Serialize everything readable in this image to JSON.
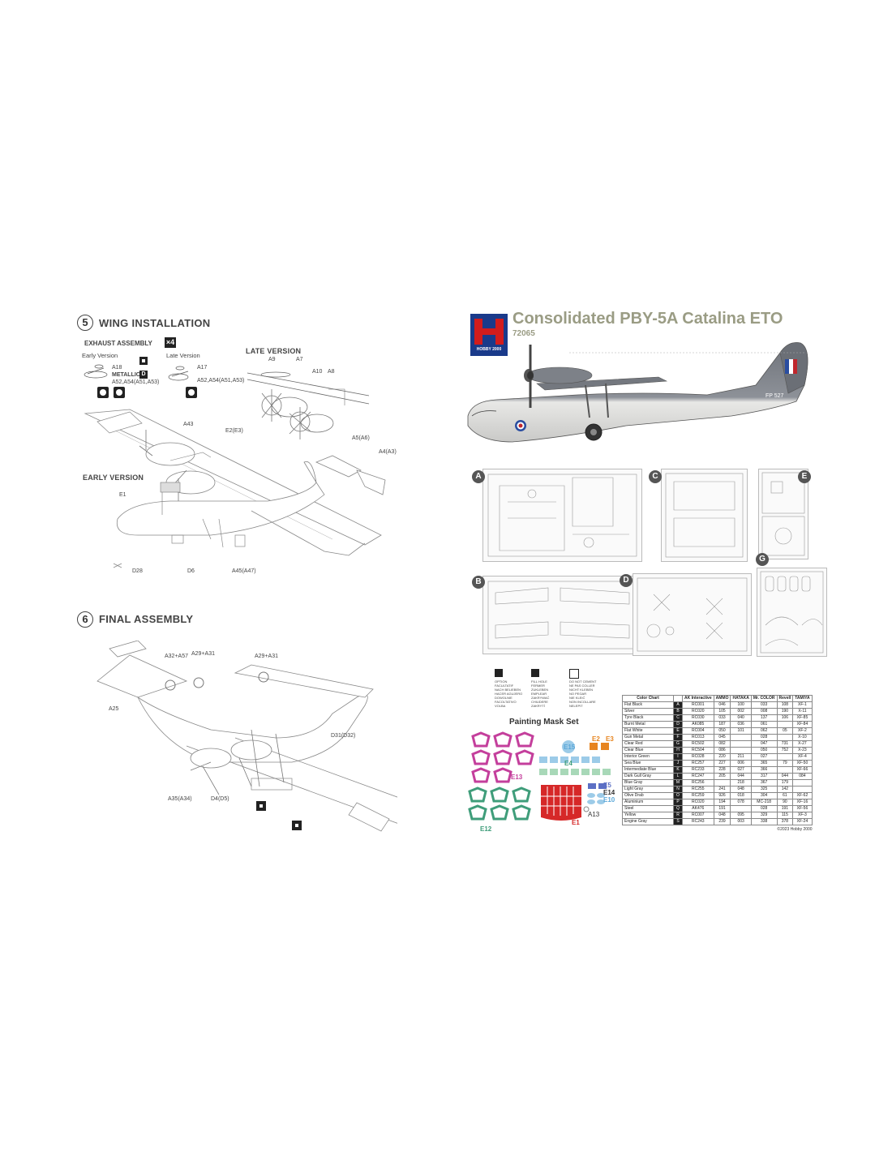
{
  "left": {
    "step5": {
      "number": "5",
      "title": "WING INSTALLATION",
      "exhaust_label": "EXHAUST ASSEMBLY",
      "exhaust_qty": "×4",
      "early_version_small": "Early Version",
      "late_version_small": "Late Version",
      "metallic_label": "METALLIC",
      "metallic_letter": "D",
      "late_version": "LATE VERSION",
      "early_version": "EARLY VERSION",
      "parts": {
        "a18": "A18",
        "a17": "A17",
        "a52_early": "A52,A54(A51,A53)",
        "a52_late": "A52,A54(A51,A53)",
        "a9": "A9",
        "a7": "A7",
        "a10": "A10",
        "a8": "A8",
        "a43": "A43",
        "e2e3": "E2(E3)",
        "a5a6": "A5(A6)",
        "a4a3": "A4(A3)",
        "e1": "E1",
        "d28": "D28",
        "d6": "D6",
        "a45a47": "A45(A47)"
      }
    },
    "step6": {
      "number": "6",
      "title": "FINAL ASSEMBLY",
      "parts": {
        "a32a57": "A32+A57",
        "a29a31_l": "A29+A31",
        "a29a31_r": "A29+A31",
        "a25": "A25",
        "d31d32": "D31(D32)",
        "a35a34": "A35(A34)",
        "d4d5": "D4(D5)"
      }
    }
  },
  "right": {
    "title": "Consolidated PBY-5A Catalina ETO",
    "code": "72065",
    "logo_text": "HOBBY 2000",
    "aircraft_code": "FP 527",
    "sprues": [
      "A",
      "B",
      "C",
      "D",
      "E",
      "G"
    ],
    "caution": {
      "c1": "OPTION\nFACULTATIF\nNACH BELIEBEN\nHACER AGUJERO\nDOWOLNIE\nFACOLTATIVO\nVOLBA",
      "c2": "FILL HOLE\nFERMER\nZUKLEBEN\nEMPLEAR\nZAKRYWAĆ\nCHIUDERE\nZAKRYTÍ",
      "c3": "DO NOT CEMENT\nNE PAS COLLER\nNICHT KLEBEN\nNO PEGAR\nNIE KLEIĆ\nNON INCOLLARE\nNELEPIT"
    },
    "mask": {
      "title": "Painting Mask Set",
      "labels": [
        "E2",
        "E3",
        "E15",
        "E4",
        "E13",
        "E5",
        "E14",
        "E10",
        "A13",
        "E12",
        "E1"
      ]
    },
    "color_chart": {
      "headers": [
        "Color Chart",
        "",
        "AK Interactive",
        "AMMO",
        "HATAKA",
        "Mr. COLOR",
        "Revell",
        "TAMIYA"
      ],
      "rows": [
        [
          "Flat Black",
          "A",
          "RC001",
          "046",
          "100",
          "033",
          "108",
          "XF-1"
        ],
        [
          "Silver",
          "B",
          "RC020",
          "105",
          "002",
          "008",
          "190",
          "X-11"
        ],
        [
          "Tyre Black",
          "C",
          "RC030",
          "033",
          "040",
          "137",
          "106",
          "XF-85"
        ],
        [
          "Burnt Metal",
          "D",
          "AK085",
          "187",
          "036",
          "061",
          "",
          "XF-84"
        ],
        [
          "Flat White",
          "E",
          "RC004",
          "050",
          "101",
          "062",
          "05",
          "XF-2"
        ],
        [
          "Gun Metal",
          "F",
          "RC013",
          "045",
          "",
          "028",
          "",
          "X-10"
        ],
        [
          "Clear Red",
          "G",
          "RC502",
          "082",
          "",
          "047",
          "731",
          "X-27"
        ],
        [
          "Clear Blue",
          "H",
          "RC504",
          "086",
          "",
          "050",
          "752",
          "X-23"
        ],
        [
          "Interior Green",
          "I",
          "RC028",
          "220",
          "211",
          "027",
          "",
          "XF-4"
        ],
        [
          "Sea Blue",
          "J",
          "RC257",
          "227",
          "006",
          "365",
          "79",
          "XF-50"
        ],
        [
          "Intermediate Blue",
          "K",
          "RC233",
          "228",
          "027",
          "366",
          "",
          "XF-66"
        ],
        [
          "Dark Gull Gray",
          "L",
          "RC247",
          "205",
          "044",
          "317",
          "044",
          "084"
        ],
        [
          "Blue Gray",
          "M",
          "RC256",
          "",
          "218",
          "367",
          "179",
          ""
        ],
        [
          "Light Gray",
          "N",
          "RC255",
          "241",
          "048",
          "325",
          "142",
          ""
        ],
        [
          "Olive Drab",
          "O",
          "RC259",
          "926",
          "018",
          "304",
          "61",
          "XF-62"
        ],
        [
          "Aluminium",
          "P",
          "RC020",
          "194",
          "078",
          "MC-218",
          "90",
          "XF-16"
        ],
        [
          "Steel",
          "Q",
          "AK476",
          "191",
          "",
          "028",
          "191",
          "XF-56"
        ],
        [
          "Yellow",
          "R",
          "RC007",
          "048",
          "095",
          "329",
          "115",
          "XF-3"
        ],
        [
          "Engine Gray",
          "S",
          "RC243",
          "239",
          "003",
          "338",
          "378",
          "XF-24"
        ]
      ],
      "copyright": "©2023 Hobby 2000"
    }
  }
}
